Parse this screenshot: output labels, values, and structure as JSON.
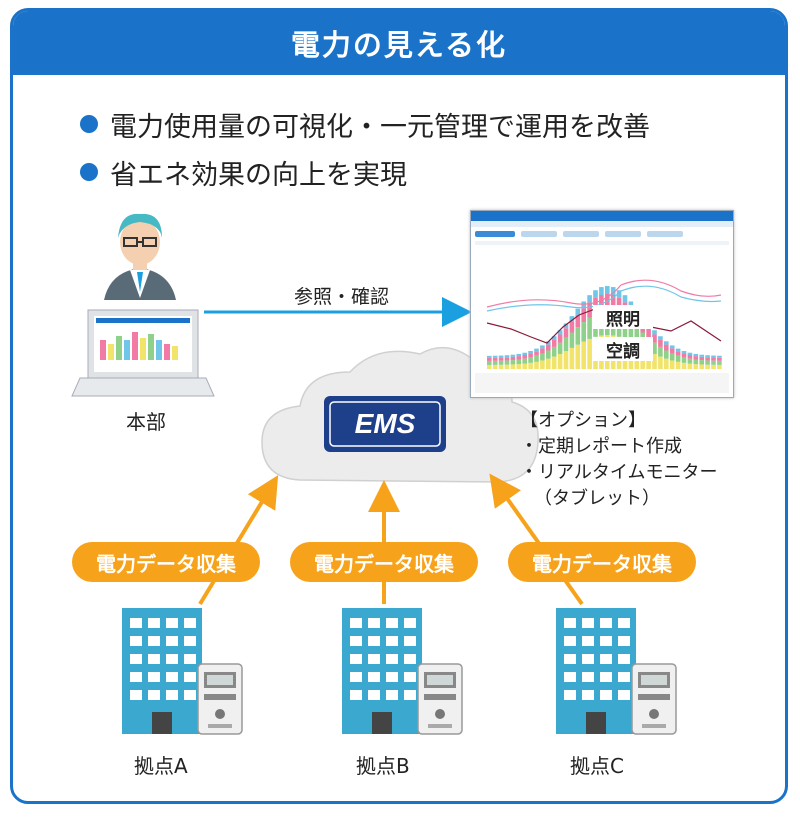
{
  "title": "電力の見える化",
  "bullets": [
    "電力使用量の可視化・一元管理で運用を改善",
    "省エネ効果の向上を実現"
  ],
  "hq_label": "本部",
  "arrow_label": "参照・確認",
  "screen_labels": {
    "lighting": "照明",
    "aircon": "空調"
  },
  "ems_label": "EMS",
  "option": {
    "header": "【オプション】",
    "items": [
      "・定期レポート作成",
      "・リアルタイムモニター",
      "（タブレット）"
    ]
  },
  "collect_label": "電力データ収集",
  "sites": [
    "拠点A",
    "拠点B",
    "拠点C"
  ],
  "colors": {
    "brand_blue": "#1a73c8",
    "orange": "#f7a21b",
    "navy": "#1e3f8a",
    "cloud": "#ececec",
    "building": "#3aa8cf"
  }
}
